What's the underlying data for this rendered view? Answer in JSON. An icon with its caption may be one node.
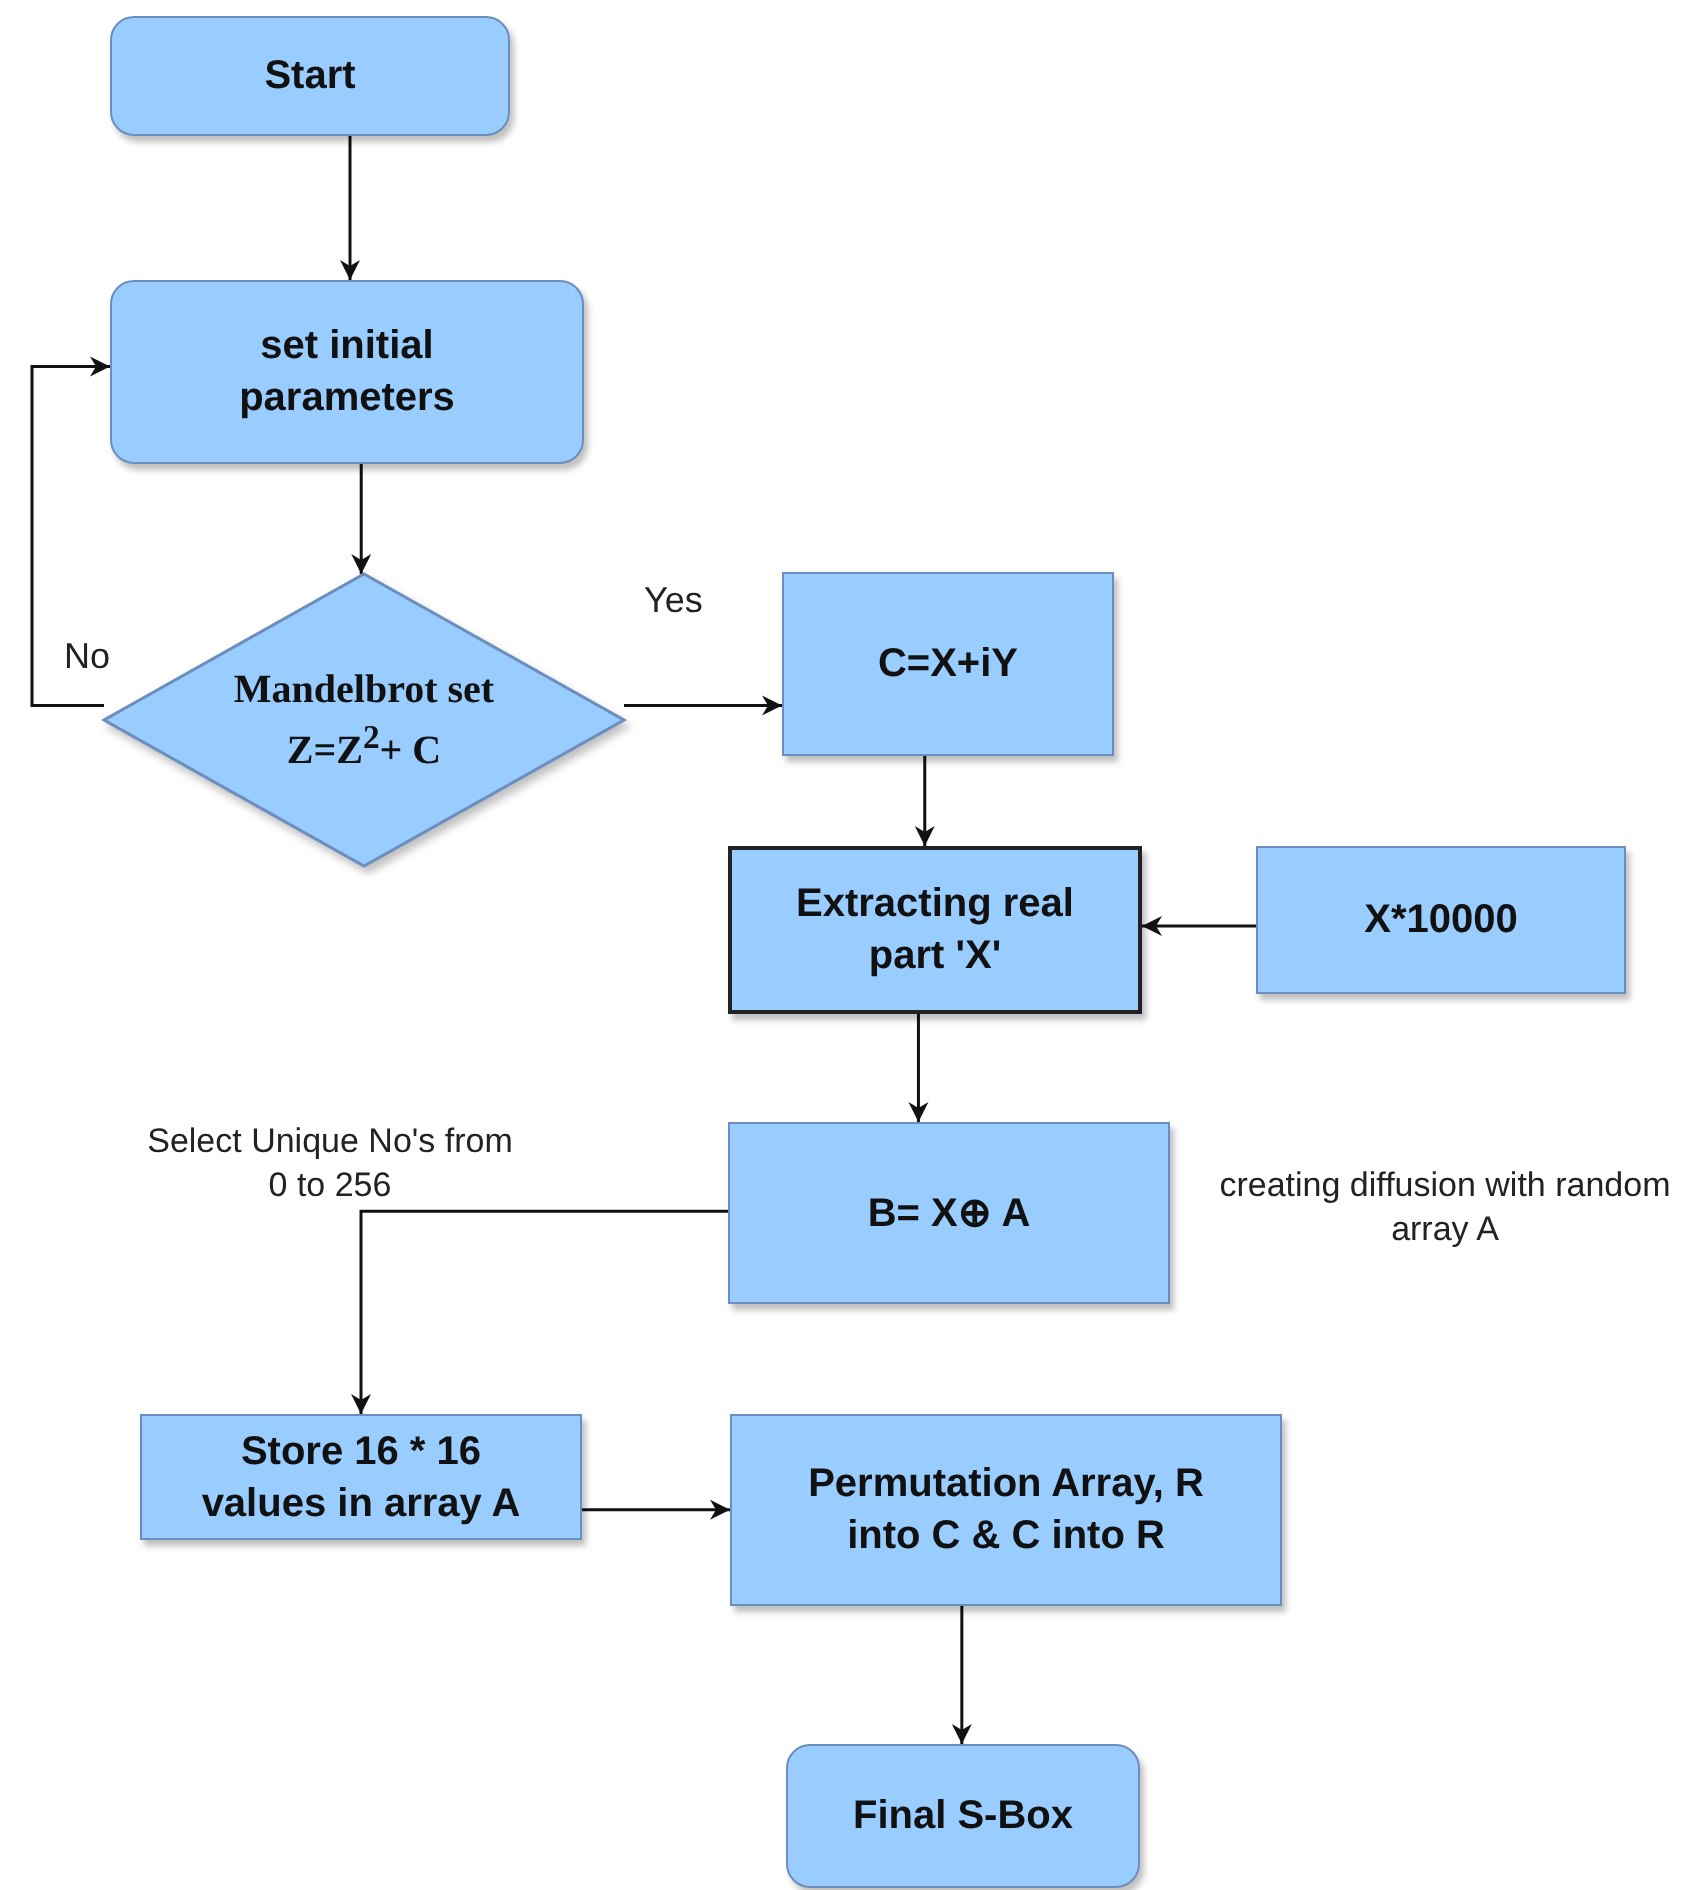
{
  "diagram": {
    "nodes": [
      {
        "text": [
          "Start"
        ]
      },
      {
        "text": [
          "set initial parameters"
        ]
      },
      {
        "text": [
          "Mandelbrot set",
          "Z=Z$^{2}$+ C"
        ]
      },
      {
        "text": [
          "C=X+iY"
        ]
      },
      {
        "text": [
          "Extracting real part 'X'"
        ]
      },
      {
        "text": [
          "X*10000"
        ]
      },
      {
        "text": [
          "B= X⊕ A"
        ]
      },
      {
        "text": [
          "Store 16 * 16 values in array A"
        ]
      },
      {
        "text": [
          "Permutation Array, R into C & C into R"
        ]
      },
      {
        "text": [
          "Final S-Box"
        ]
      }
    ],
    "edges": [
      {
        "from": 0,
        "to": 1,
        "arrow": "to"
      },
      {
        "from": 1,
        "to": 2,
        "arrow": "to"
      },
      {
        "from": 2,
        "to": 1,
        "arrow": "to",
        "label": "No"
      },
      {
        "from": 2,
        "to": 3,
        "arrow": "to",
        "label": "Yes"
      },
      {
        "from": 3,
        "to": 4,
        "arrow": "to"
      },
      {
        "from": 5,
        "to": 4,
        "arrow": "to"
      },
      {
        "from": 4,
        "to": 6,
        "arrow": "to"
      },
      {
        "from": 6,
        "to": 7,
        "arrow": "to"
      },
      {
        "from": 7,
        "to": 8,
        "arrow": "to"
      },
      {
        "from": 8,
        "to": 9,
        "arrow": "to"
      }
    ],
    "labels": [
      "Select Unique No's from 0 to 256",
      "creating diffusion with random array A"
    ]
  }
}
